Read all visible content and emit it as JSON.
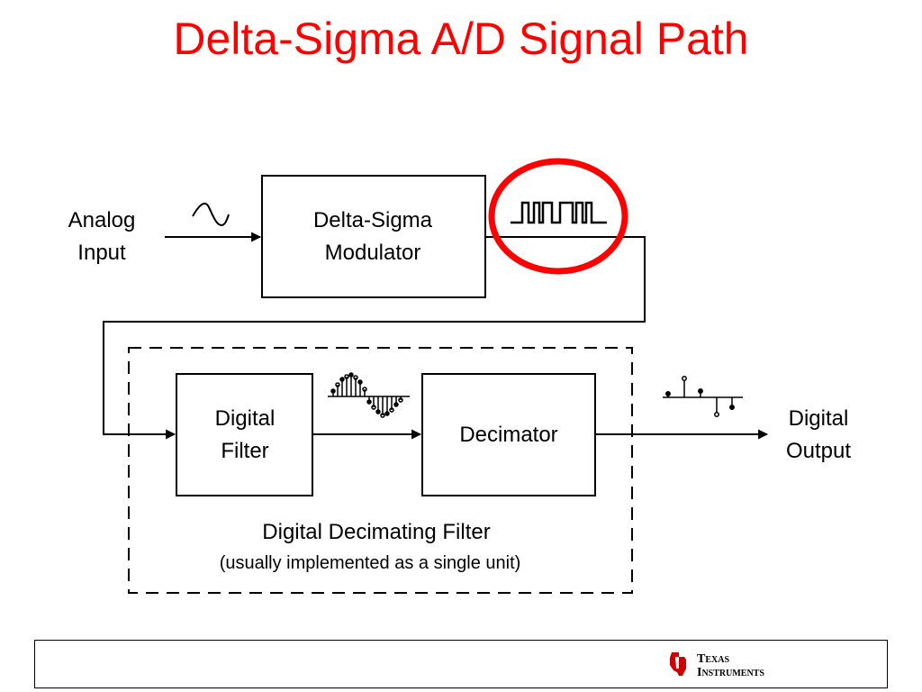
{
  "title": "Delta-Sigma A/D Signal Path",
  "analog_input": {
    "line1": "Analog",
    "line2": "Input"
  },
  "modulator": {
    "line1": "Delta-Sigma",
    "line2": "Modulator"
  },
  "digital_filter": {
    "line1": "Digital",
    "line2": "Filter"
  },
  "decimator": {
    "label": "Decimator"
  },
  "digital_output": {
    "line1": "Digital",
    "line2": "Output"
  },
  "decimating_filter": {
    "label": "Digital Decimating Filter",
    "note": "(usually implemented as a single unit)"
  },
  "logo": {
    "line1": "Texas",
    "line2": "Instruments"
  },
  "colors": {
    "title": "#ff0000",
    "highlight": "#ff0000"
  },
  "icons": [
    "sine-wave-icon",
    "pulse-stream-icon",
    "sampled-sine-icon",
    "decimated-samples-icon",
    "ti-logo-icon"
  ]
}
